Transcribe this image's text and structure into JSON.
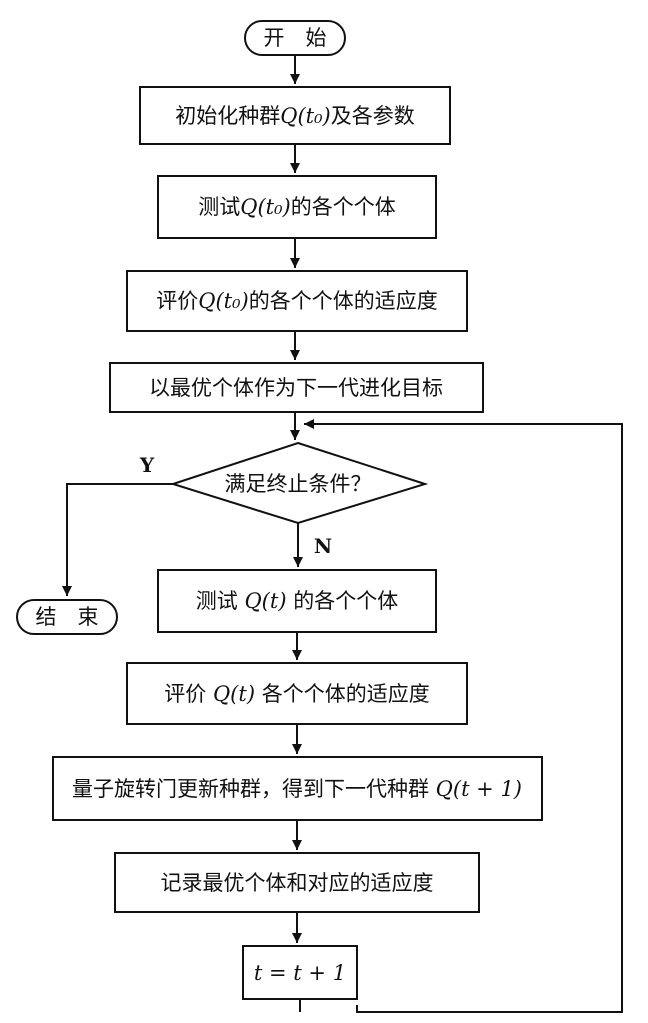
{
  "flowchart": {
    "start": "开　始",
    "end": "结　束",
    "steps": {
      "init": {
        "pre": "初始化种群",
        "math": "Q(t₀)",
        "post": "及各参数"
      },
      "test0": {
        "pre": "测试",
        "math": "Q(t₀)",
        "post": "的各个个体"
      },
      "eval0": {
        "pre": "评价",
        "math": "Q(t₀)",
        "post": "的各个个体的适应度"
      },
      "target": {
        "pre": "以最优个体作为下一代进化目标",
        "math": "",
        "post": ""
      },
      "test_t": {
        "pre": "测试 ",
        "math": "Q(t)",
        "post": " 的各个个体"
      },
      "eval_t": {
        "pre": "评价 ",
        "math": "Q(t)",
        "post": " 各个个体的适应度"
      },
      "update": {
        "pre": "量子旋转门更新种群，得到下一代种群 ",
        "math": "Q(t + 1)",
        "post": ""
      },
      "record": {
        "pre": "记录最优个体和对应的适应度",
        "math": "",
        "post": ""
      },
      "increment": {
        "pre": "",
        "math": "t = t + 1",
        "post": ""
      }
    },
    "decision": "满足终止条件？",
    "yes_label": "Y",
    "no_label": "N"
  }
}
